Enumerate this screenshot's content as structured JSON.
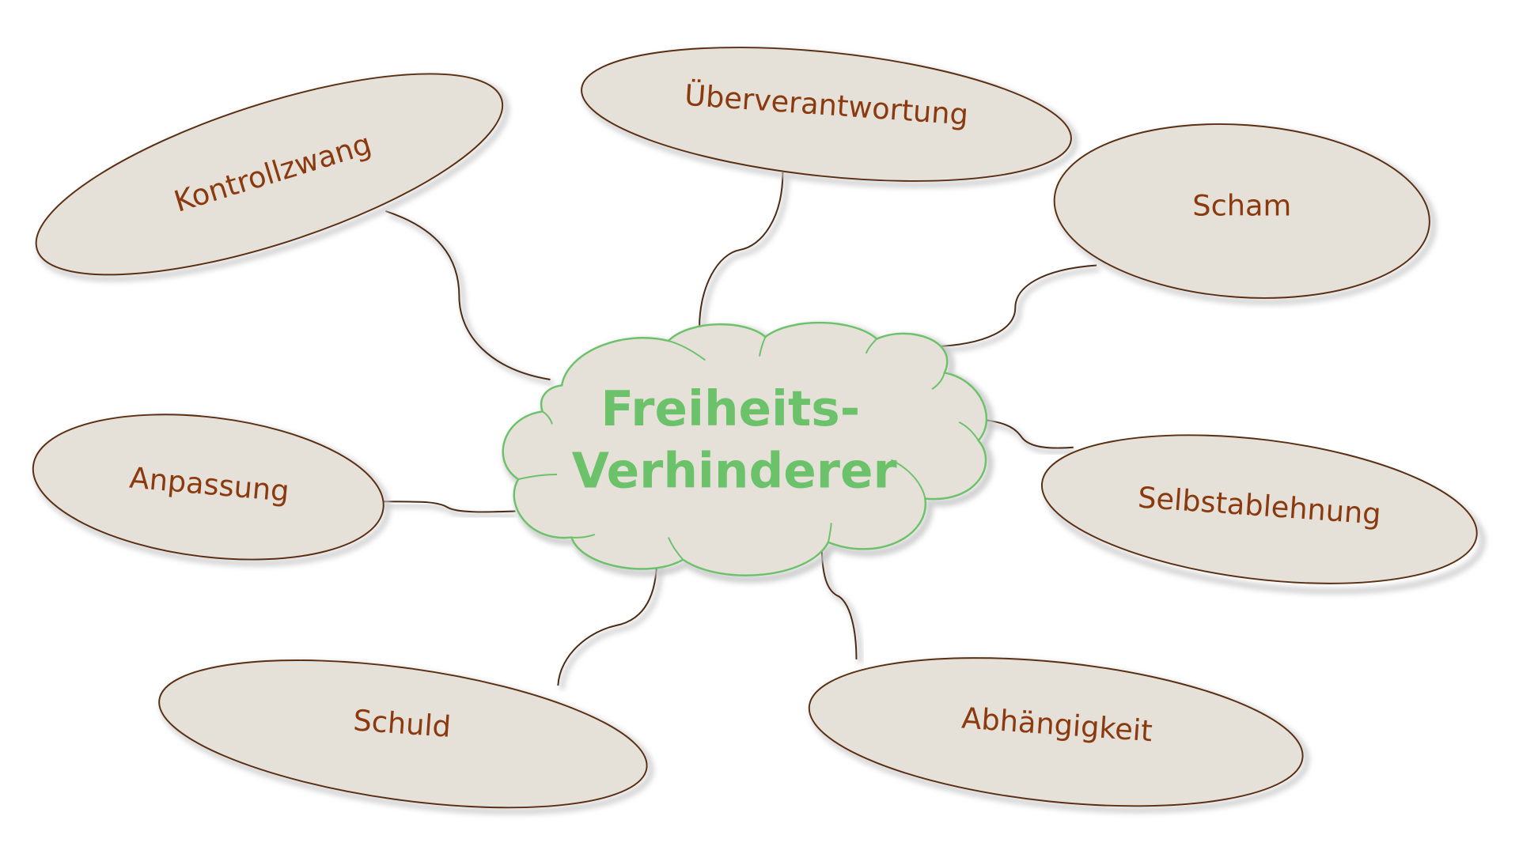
{
  "diagram": {
    "type": "mind-map",
    "center": {
      "line1": "Freiheits-",
      "line2": "Verhinderer"
    },
    "branches": [
      {
        "id": "kontrollzwang",
        "label": "Kontrollzwang"
      },
      {
        "id": "ueberverantwortung",
        "label": "Überverantwortung"
      },
      {
        "id": "scham",
        "label": "Scham"
      },
      {
        "id": "anpassung",
        "label": "Anpassung"
      },
      {
        "id": "selbstablehnung",
        "label": "Selbstablehnung"
      },
      {
        "id": "schuld",
        "label": "Schuld"
      },
      {
        "id": "abhaengigkeit",
        "label": "Abhängigkeit"
      }
    ],
    "colors": {
      "node_fill": "#e5e1d8",
      "node_stroke": "#5a2e12",
      "node_text": "#8b3a0f",
      "center_stroke": "#6cc26a",
      "center_text": "#6cc26a",
      "connector": "#4a2a14",
      "background": "#ffffff"
    }
  }
}
